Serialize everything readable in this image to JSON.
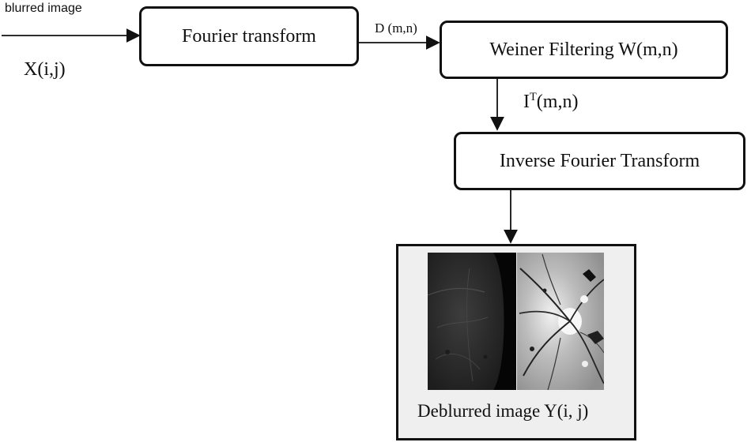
{
  "input": {
    "top_label": "blurred image",
    "signal_label": "X(i,j)"
  },
  "blocks": {
    "fourier": "Fourier transform",
    "weiner": "Weiner Filtering W(m,n)",
    "inverse": "Inverse Fourier  Transform"
  },
  "signals": {
    "d_label": "D (m,n)",
    "i_label_base": "I",
    "i_label_sup": "T",
    "i_label_args": "(m,n)"
  },
  "output": {
    "caption": "Deblurred image Y(i, j)"
  },
  "colors": {
    "stroke": "#111111",
    "output_fill": "#efefef",
    "blurred_fundus": "#2a2a2a",
    "enhanced_fundus": "#b9b9b9"
  }
}
